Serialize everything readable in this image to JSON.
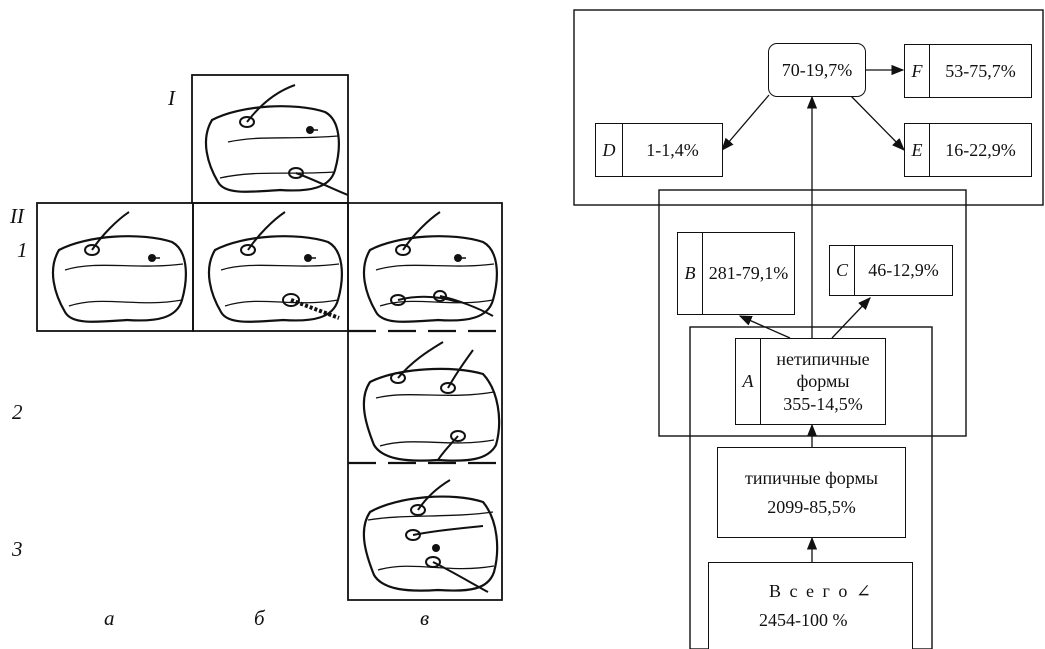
{
  "left_panel": {
    "col_labels": [
      "а",
      "б",
      "в"
    ],
    "row_labels": [
      "I",
      "II",
      "1",
      "2",
      "3"
    ]
  },
  "flow": {
    "top_node": "70-19,7%",
    "D": {
      "letter": "D",
      "value": "1-1,4%"
    },
    "E": {
      "letter": "E",
      "value": "16-22,9%"
    },
    "F": {
      "letter": "F",
      "value": "53-75,7%"
    },
    "B": {
      "letter": "B",
      "value": "281-79,1%"
    },
    "C": {
      "letter": "C",
      "value": "46-12,9%"
    },
    "A": {
      "letter": "A",
      "line1": "нетипичные",
      "line2": "формы",
      "line3": "355-14,5%"
    },
    "typical": {
      "line1": "типичные формы",
      "line2": "2099-85,5%"
    },
    "total": {
      "line1": "В с е г о  ∠",
      "line2": "2454-100 %"
    }
  }
}
